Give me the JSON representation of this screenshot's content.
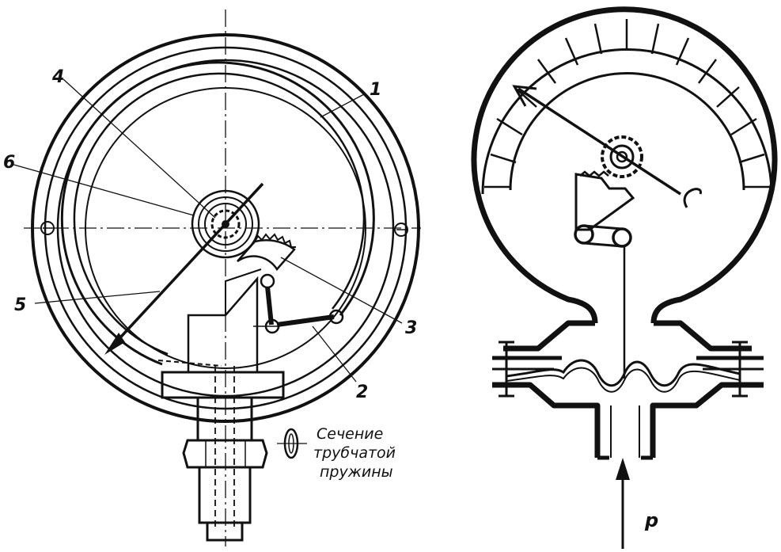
{
  "left_gauge": {
    "labels": {
      "part_1": "1",
      "part_2": "2",
      "part_3": "3",
      "part_4": "4",
      "part_5": "5",
      "part_6": "6"
    },
    "caption": {
      "line1": "Сечение",
      "line2": "трубчатой",
      "line3": "пружины"
    }
  },
  "right_gauge": {
    "pressure_label": "p"
  }
}
